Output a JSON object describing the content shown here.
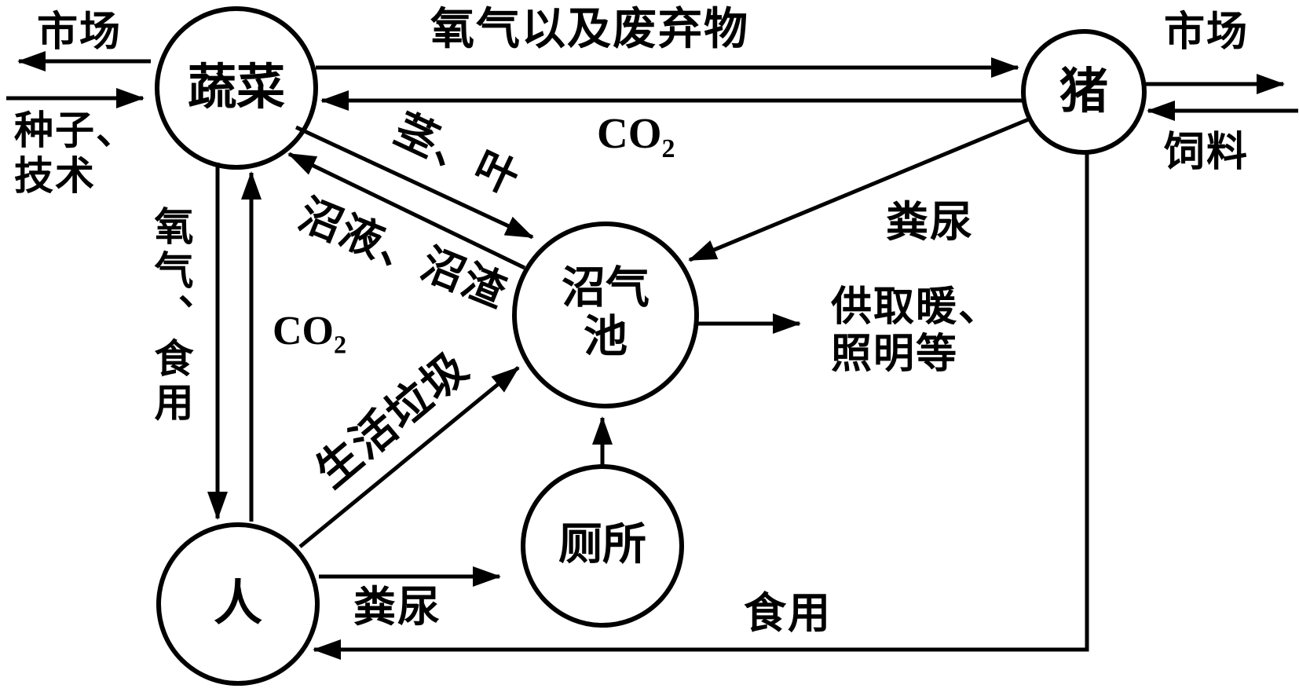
{
  "diagram": {
    "type": "ecological-cycle-flowchart",
    "line_color": "#000000",
    "background_color": "#ffffff"
  },
  "nodes": {
    "vegetables": {
      "label": "蔬菜"
    },
    "pig": {
      "label": "猪"
    },
    "biogas_pool": {
      "label": "沼气\n池"
    },
    "toilet": {
      "label": "厕所"
    },
    "person": {
      "label": "人"
    }
  },
  "labels": {
    "market_left": "市场",
    "seeds_tech": "种子、\n技术",
    "oxygen_waste": "氧气以及废弃物",
    "co2_main": "CO",
    "co2_sub": "2",
    "market_right": "市场",
    "feed": "饲料",
    "stems_leaves": "茎、叶",
    "slurry_residue": "沼液、沼渣",
    "oxygen_food": "氧气、食用",
    "garbage": "生活垃圾",
    "pig_manure": "粪尿",
    "heating": "供取暖、\n照明等",
    "person_manure": "粪尿",
    "eating": "食用"
  },
  "edges": [
    {
      "from": "vegetables",
      "to": "market-left",
      "label": "市场"
    },
    {
      "from": "market-left",
      "to": "vegetables",
      "label": "种子、技术"
    },
    {
      "from": "vegetables",
      "to": "pig",
      "label": "氧气以及废弃物"
    },
    {
      "from": "pig",
      "to": "vegetables",
      "label": "CO2"
    },
    {
      "from": "pig",
      "to": "market-right",
      "label": "市场"
    },
    {
      "from": "market-right",
      "to": "pig",
      "label": "饲料"
    },
    {
      "from": "vegetables",
      "to": "biogas_pool",
      "label": "茎、叶"
    },
    {
      "from": "biogas_pool",
      "to": "vegetables",
      "label": "沼液、沼渣"
    },
    {
      "from": "vegetables",
      "to": "person",
      "label": "氧气、食用"
    },
    {
      "from": "person",
      "to": "vegetables",
      "label": "CO2"
    },
    {
      "from": "person",
      "to": "biogas_pool",
      "label": "生活垃圾"
    },
    {
      "from": "pig",
      "to": "biogas_pool",
      "label": "粪尿"
    },
    {
      "from": "biogas_pool",
      "to": "use",
      "label": "供取暖、照明等"
    },
    {
      "from": "toilet",
      "to": "biogas_pool",
      "label": ""
    },
    {
      "from": "person",
      "to": "toilet",
      "label": "粪尿"
    },
    {
      "from": "pig",
      "to": "person",
      "label": "食用"
    }
  ]
}
